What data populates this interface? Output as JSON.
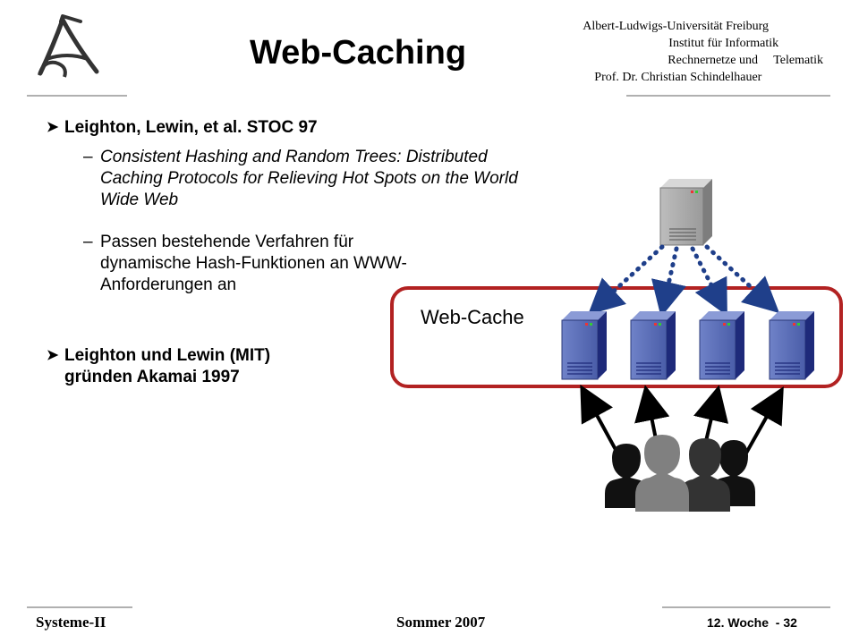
{
  "header": {
    "title": "Web-Caching",
    "institution": {
      "line1": "Albert-Ludwigs-Universität Freiburg",
      "line2": "Institut für Informatik",
      "line3": "Rechnernetze und     Telematik",
      "line4": "Prof. Dr. Christian Schindelhauer"
    }
  },
  "content": {
    "bullet1": "Leighton, Lewin, et al.  STOC 97",
    "sub1": "Consistent Hashing and Random Trees: Distributed Caching Protocols for Relieving Hot Spots on the World Wide Web",
    "sub2": "Passen bestehende Verfahren für dynamische Hash-Funktionen an WWW-Anforderungen an",
    "bullet2": "Leighton und Lewin (MIT) gründen Akamai 1997"
  },
  "diagram": {
    "cache_label": "Web-Cache",
    "colors": {
      "cache_border": "#b22222",
      "server_grey": "#9a9a9a",
      "server_blue": "#4a5da8",
      "dotted_arrows": "#1f3f8a",
      "user_dark": "#111111",
      "user_grey": "#808080"
    }
  },
  "footer": {
    "left": "Systeme-II",
    "center": "Sommer 2007",
    "right": "12. Woche  - 32"
  }
}
